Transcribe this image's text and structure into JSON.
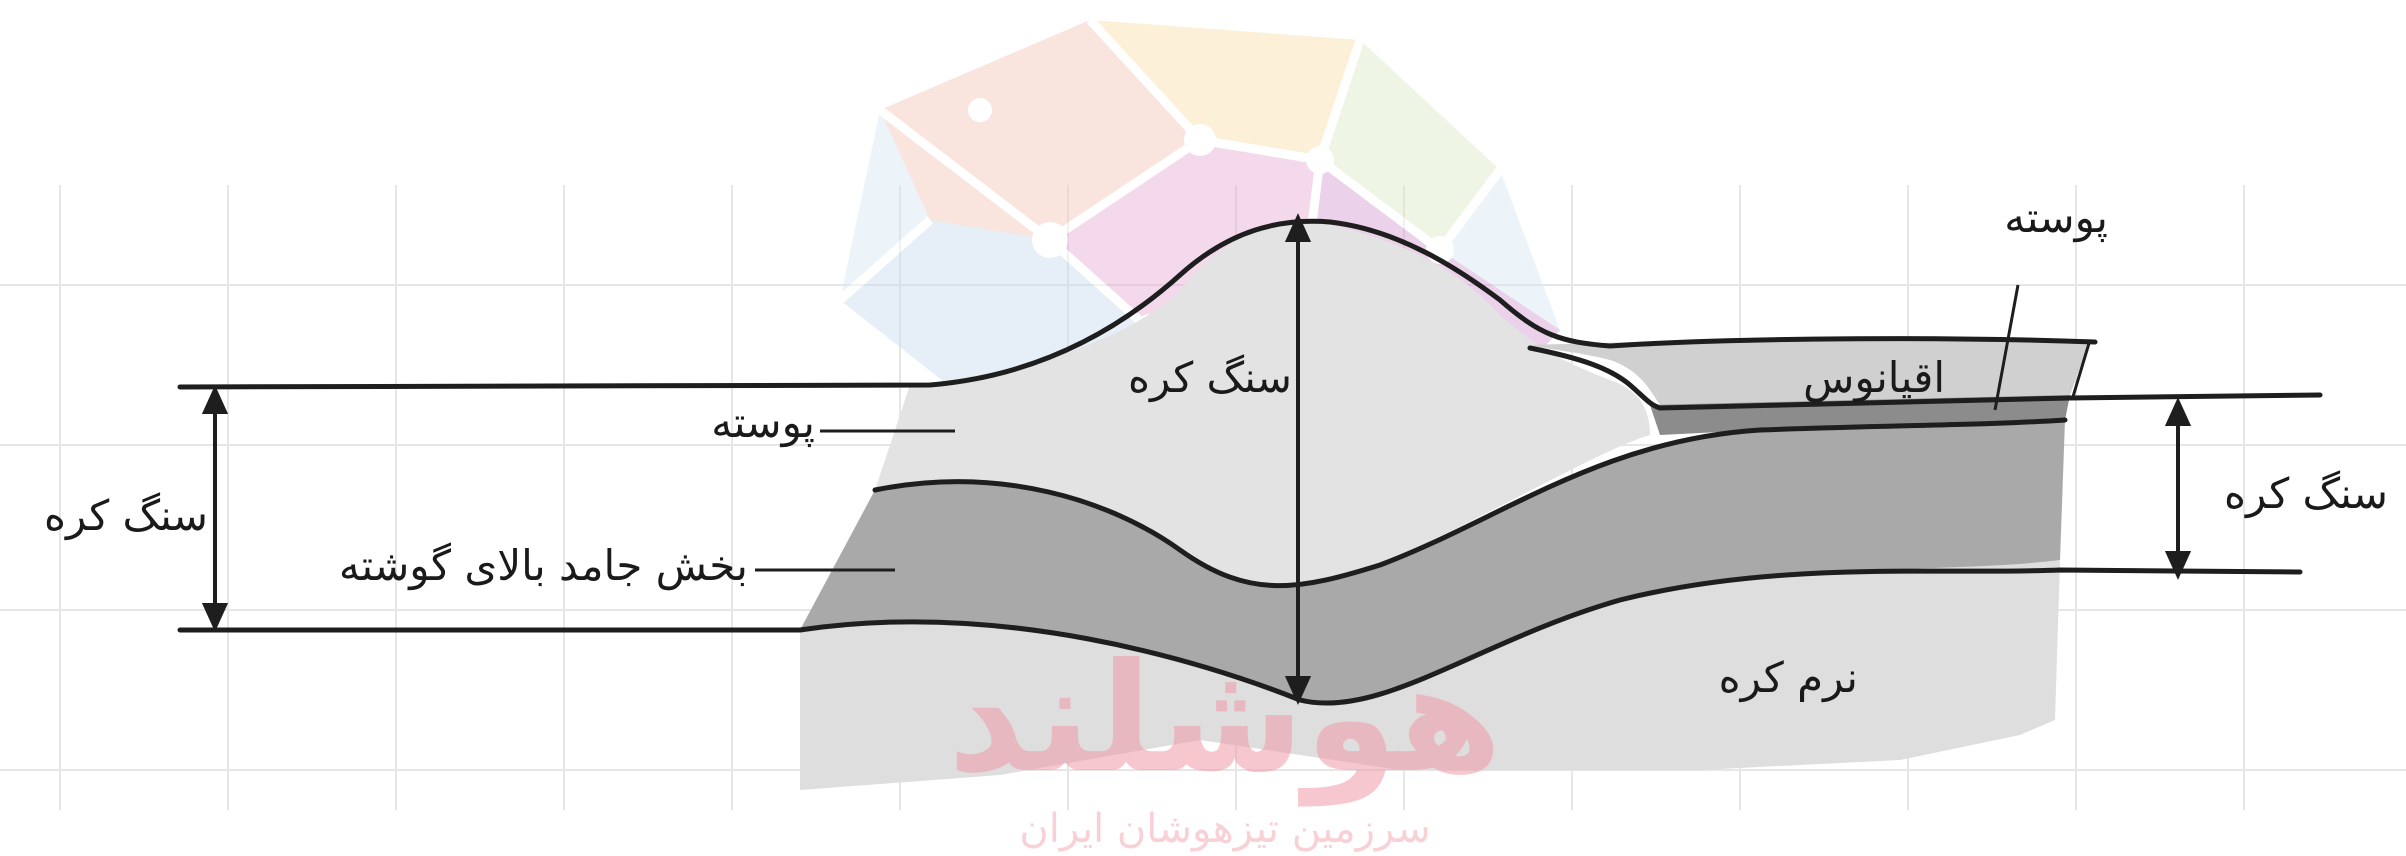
{
  "labels": {
    "lithosphere_left": "سنگ کره",
    "lithosphere_center": "سنگ کره",
    "lithosphere_right": "سنگ کره",
    "crust_left": "پوسته",
    "crust_top_right": "پوسته",
    "upper_mantle_solid": "بخش جامد بالای گوشته",
    "ocean": "اقیانوس",
    "asthenosphere": "نرم کره"
  },
  "watermark": {
    "brand": "هوشلند",
    "tagline": "سرزمین تیزهوشان ایران"
  },
  "colors": {
    "crust": "#e3e3e3",
    "lithospheric_mantle": "#a9a9a9",
    "asthenosphere": "#dedede",
    "ocean": "#d0d0d0",
    "oceanic_crust": "#8c8c8c",
    "lines": "#1e1e1e",
    "grid": "#e6e6e6"
  }
}
